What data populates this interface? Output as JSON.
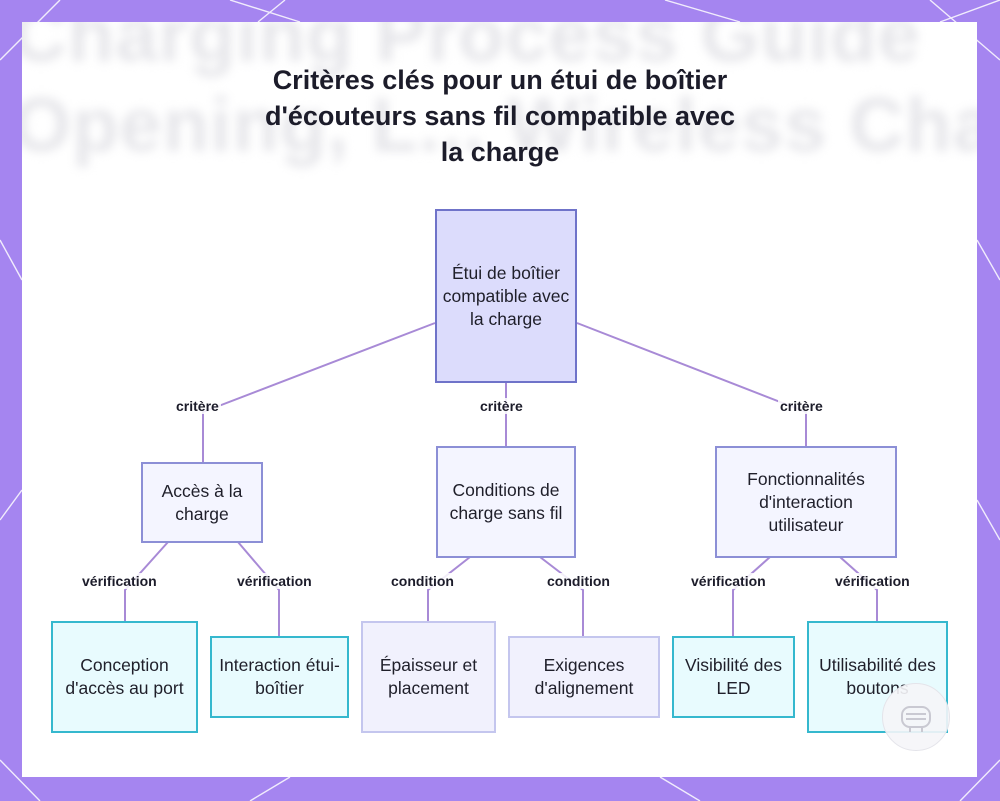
{
  "title": "Critères clés pour un étui de boîtier d'écouteurs sans fil compatible avec la charge",
  "background_text": [
    "Charging Process Guide",
    "Opening, L... Wireless Cha"
  ],
  "colors": {
    "frame": "#a585f0",
    "root_fill": "#dcdcfc",
    "root_border": "#6f73c9",
    "mid_border": "#8c8fd6",
    "leaf_cyan_border": "#35b8ce",
    "leaf_lavender_border": "#c4c6ee",
    "edge": "#a88ad6"
  },
  "diagram": {
    "root": "Étui de boîtier compatible avec la charge",
    "level1": [
      {
        "label": "Accès à la charge",
        "edge": "critère"
      },
      {
        "label": "Conditions de charge sans fil",
        "edge": "critère"
      },
      {
        "label": "Fonctionnalités d'interaction utilisateur",
        "edge": "critère"
      }
    ],
    "level2": [
      {
        "label": "Conception d'accès au port",
        "edge": "vérification",
        "parent": 0
      },
      {
        "label": "Interaction étui-boîtier",
        "edge": "vérification",
        "parent": 0
      },
      {
        "label": "Épaisseur et placement",
        "edge": "condition",
        "parent": 1
      },
      {
        "label": "Exigences d'alignement",
        "edge": "condition",
        "parent": 1
      },
      {
        "label": "Visibilité des LED",
        "edge": "vérification",
        "parent": 2
      },
      {
        "label": "Utilisabilité des boutons",
        "edge": "vérification",
        "parent": 2
      }
    ]
  }
}
